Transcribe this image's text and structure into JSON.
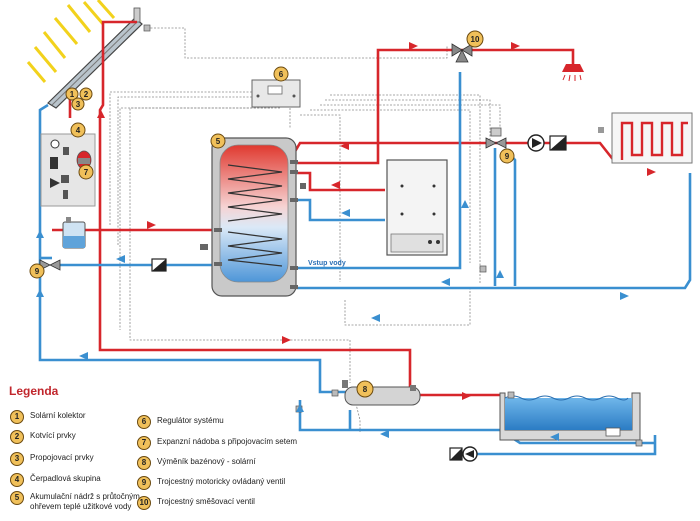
{
  "diagram": {
    "inlet_label": "Vstup vody",
    "badges": {
      "b1": "1",
      "b2": "2",
      "b3": "3",
      "b4": "4",
      "b5": "5",
      "b6": "6",
      "b7": "7",
      "b8": "8",
      "b9a": "9",
      "b9b": "9",
      "b10": "10"
    }
  },
  "colors": {
    "hot": "#d7262b",
    "cold": "#3a8fd0",
    "control": "#8a8a8a",
    "badge_fill": "#f0c05a",
    "legend_title": "#c1272d"
  },
  "legend": {
    "title": "Legenda",
    "items": [
      {
        "num": "1",
        "text": "Solární kolektor"
      },
      {
        "num": "2",
        "text": "Kotvící prvky"
      },
      {
        "num": "3",
        "text": "Propojovací prvky"
      },
      {
        "num": "4",
        "text": "Čerpadlová skupina"
      },
      {
        "num": "5",
        "text": "Akumulační nádrž s průtočným\nohřevem teplé užitkové vody"
      },
      {
        "num": "6",
        "text": "Regulátor systému"
      },
      {
        "num": "7",
        "text": "Expanzní nádoba s připojovacím setem"
      },
      {
        "num": "8",
        "text": "Výměník bazénový - solární"
      },
      {
        "num": "9",
        "text": "Trojcestný motoricky ovládaný ventil"
      },
      {
        "num": "10",
        "text": "Trojcestný směšovací ventil"
      }
    ]
  }
}
